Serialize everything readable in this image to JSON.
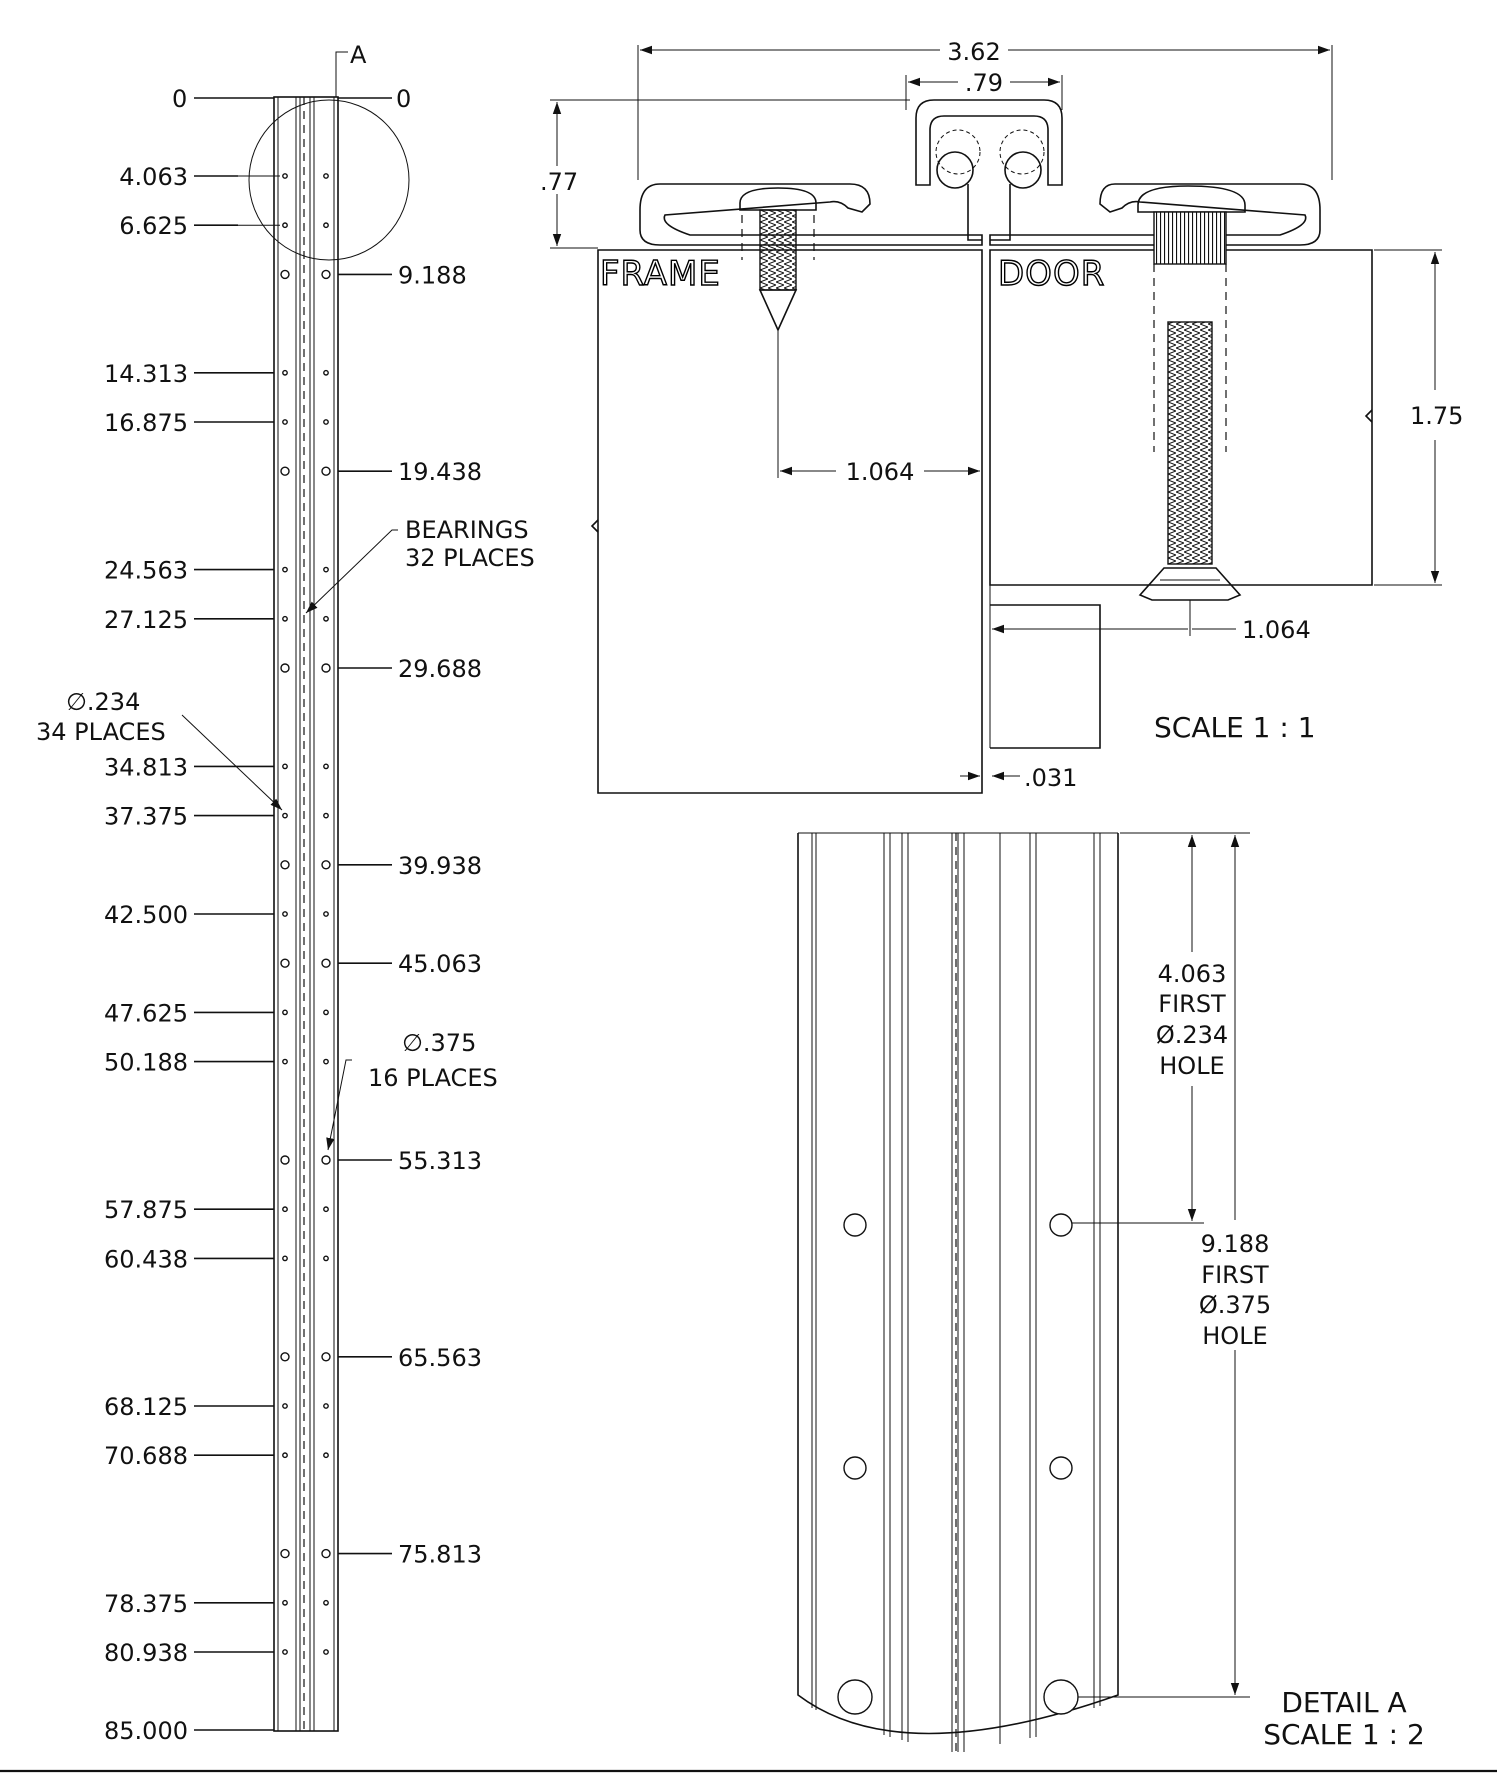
{
  "left_view": {
    "section_label": "A",
    "zero_left": "0",
    "zero_right": "0",
    "left_dims": [
      "4.063",
      "6.625",
      "14.313",
      "16.875",
      "24.563",
      "27.125",
      "34.813",
      "37.375",
      "42.500",
      "47.625",
      "50.188",
      "57.875",
      "60.438",
      "68.125",
      "70.688",
      "78.375",
      "80.938",
      "85.000"
    ],
    "right_dims": [
      "9.188",
      "19.438",
      "29.688",
      "39.938",
      "45.063",
      "55.313",
      "65.563",
      "75.813"
    ],
    "bearings_line1": "BEARINGS",
    "bearings_line2": "32 PLACES",
    "small_hole_line1": "∅.234",
    "small_hole_line2": "34 PLACES",
    "large_hole_line1": "∅.375",
    "large_hole_line2": "16 PLACES"
  },
  "section_view": {
    "width_dim": "3.62",
    "knuckle_dim": ".79",
    "height_dim": ".77",
    "frame_label": "FRAME",
    "door_label": "DOOR",
    "frame_offset_dim": "1.064",
    "door_offset_dim": "1.064",
    "door_thickness_dim": "1.75",
    "gap_dim": ".031",
    "scale_label": "SCALE 1 : 1"
  },
  "detail_view": {
    "first_small_line1": "4.063",
    "first_small_line2": "FIRST",
    "first_small_line3": "Ø.234",
    "first_small_line4": "HOLE",
    "first_large_line1": "9.188",
    "first_large_line2": "FIRST",
    "first_large_line3": "Ø.375",
    "first_large_line4": "HOLE",
    "title_line1": "DETAIL A",
    "title_line2": "SCALE 1 : 2"
  }
}
